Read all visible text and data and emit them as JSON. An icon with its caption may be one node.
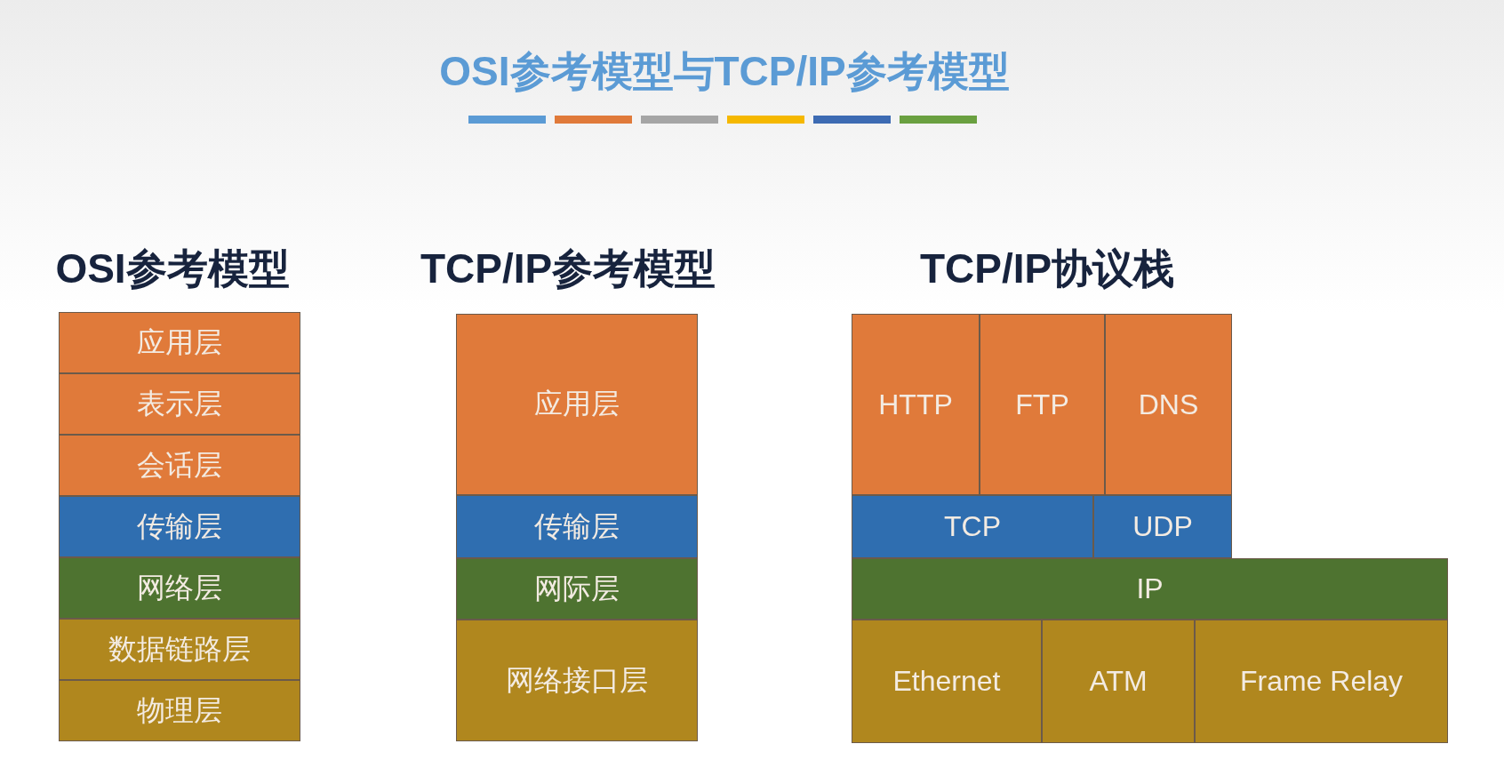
{
  "diagram": {
    "title": "OSI参考模型与TCP/IP参考模型",
    "nodes": [
      {
        "text": [
          "应用层"
        ]
      },
      {
        "text": [
          "表示层"
        ]
      },
      {
        "text": [
          "会话层"
        ]
      },
      {
        "text": [
          "传输层"
        ]
      },
      {
        "text": [
          "网络层"
        ]
      },
      {
        "text": [
          "数据链路层"
        ]
      },
      {
        "text": [
          "物理层"
        ]
      },
      {
        "text": [
          "应用层"
        ]
      },
      {
        "text": [
          "传输层"
        ]
      },
      {
        "text": [
          "网际层"
        ]
      },
      {
        "text": [
          "网络接口层"
        ]
      },
      {
        "text": [
          "HTTP"
        ]
      },
      {
        "text": [
          "FTP"
        ]
      },
      {
        "text": [
          "DNS"
        ]
      },
      {
        "text": [
          "TCP"
        ]
      },
      {
        "text": [
          "UDP"
        ]
      },
      {
        "text": [
          "IP"
        ]
      },
      {
        "text": [
          "Ethernet"
        ]
      },
      {
        "text": [
          "ATM"
        ]
      },
      {
        "text": [
          "Frame Relay"
        ]
      }
    ],
    "labels": [
      "OSI参考模型",
      "TCP/IP参考模型",
      "TCP/IP协议栈"
    ]
  }
}
